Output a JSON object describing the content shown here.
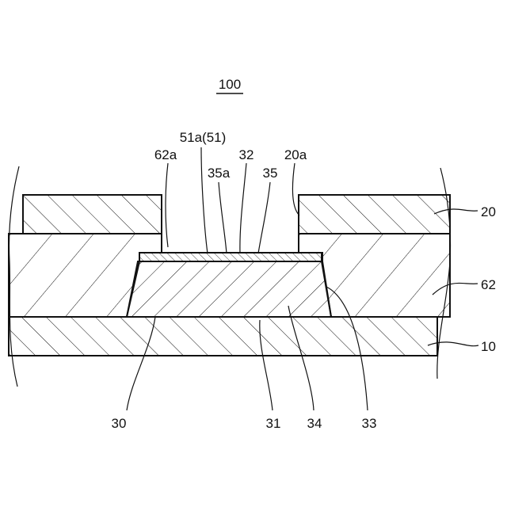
{
  "figure": {
    "title": "100",
    "labels": {
      "l_51a": "51a(51)",
      "l_62a": "62a",
      "l_35a": "35a",
      "l_32": "32",
      "l_35": "35",
      "l_20a": "20a",
      "l_20": "20",
      "l_62": "62",
      "l_10": "10",
      "l_30": "30",
      "l_31": "31",
      "l_34": "34",
      "l_33": "33"
    }
  }
}
